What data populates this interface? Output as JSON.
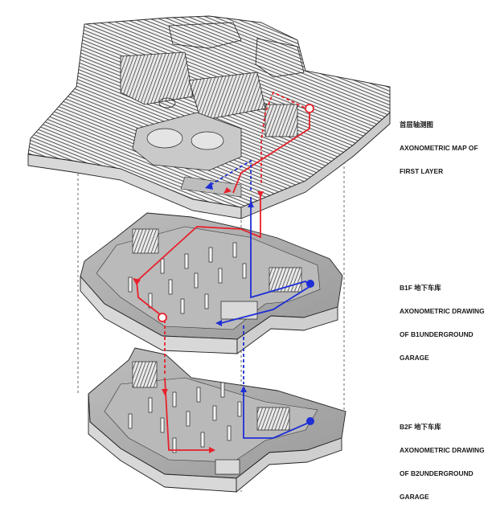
{
  "diagram": {
    "layers": [
      {
        "name_zh": "首层轴测图",
        "name_en_1": "AXONOMETRIC MAP OF",
        "name_en_2": "FIRST LAYER"
      },
      {
        "name_zh": "B1F 地下车库",
        "name_en_1": "AXONOMETRIC DRAWING",
        "name_en_2": "OF B1UNDERGROUND",
        "name_en_3": "GARAGE"
      },
      {
        "name_zh": "B2F 地下车库",
        "name_en_1": "AXONOMETRIC DRAWING",
        "name_en_2": "OF B2UNDERGROUND",
        "name_en_3": "GARAGE"
      }
    ],
    "colors": {
      "red_route": "#e8202a",
      "blue_route": "#1e2fd6",
      "floor_fill": "#a8a8a8",
      "wall_fill": "#d6d6d6",
      "hatch": "#222222"
    }
  }
}
